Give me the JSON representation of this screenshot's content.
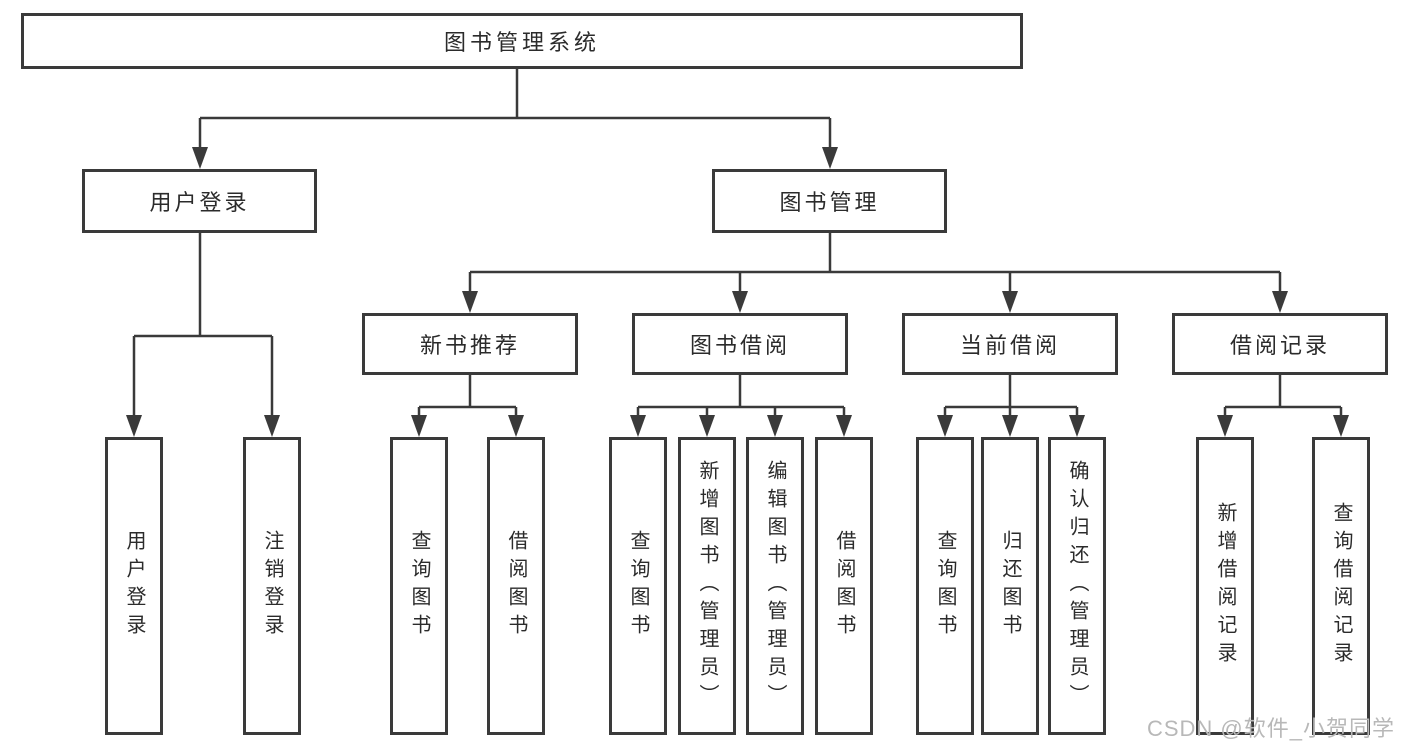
{
  "colors": {
    "line": "#3a3a3a",
    "text": "#2b2b2b",
    "box_bg": "#ffffff",
    "page_bg": "#ffffff",
    "watermark": "#b8b8b8"
  },
  "diagram": {
    "root": {
      "label": "图书管理系统"
    },
    "branches": [
      {
        "label": "用户登录",
        "children": [
          {
            "label": "用户登录"
          },
          {
            "label": "注销登录"
          }
        ]
      },
      {
        "label": "图书管理",
        "children": [
          {
            "label": "新书推荐",
            "children": [
              {
                "label": "查询图书"
              },
              {
                "label": "借阅图书"
              }
            ]
          },
          {
            "label": "图书借阅",
            "children": [
              {
                "label": "查询图书"
              },
              {
                "label": "新增图书（管理员）"
              },
              {
                "label": "编辑图书（管理员）"
              },
              {
                "label": "借阅图书"
              }
            ]
          },
          {
            "label": "当前借阅",
            "children": [
              {
                "label": "查询图书"
              },
              {
                "label": "归还图书"
              },
              {
                "label": "确认归还（管理员）"
              }
            ]
          },
          {
            "label": "借阅记录",
            "children": [
              {
                "label": "新增借阅记录"
              },
              {
                "label": "查询借阅记录"
              }
            ]
          }
        ]
      }
    ]
  },
  "watermark": {
    "text": "CSDN @软件_小贺同学"
  }
}
